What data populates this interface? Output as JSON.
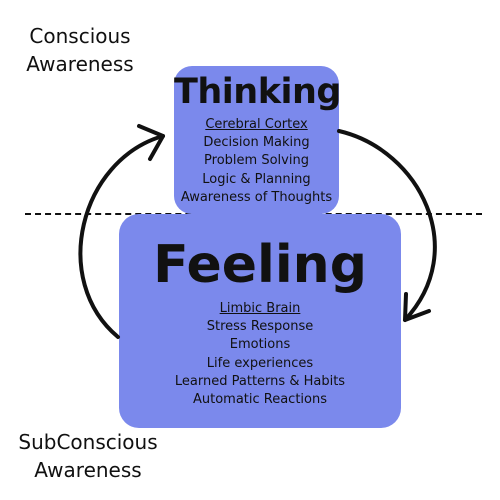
{
  "conscious_label": [
    "Conscious",
    "Awareness"
  ],
  "subconscious_label": [
    "SubConscious",
    "Awareness"
  ],
  "thinking": {
    "title": "Thinking",
    "heading": "Cerebral Cortex",
    "items": [
      "Decision Making",
      "Problem Solving",
      "Logic & Planning",
      "Awareness of Thoughts"
    ]
  },
  "feeling": {
    "title": "Feeling",
    "heading": "Limbic Brain",
    "items": [
      "Stress Response",
      "Emotions",
      "Life experiences",
      "Learned Patterns & Habits",
      "Automatic Reactions"
    ]
  },
  "colors": {
    "box_fill": "#7b89ec",
    "text": "#111111",
    "background": "#ffffff"
  }
}
